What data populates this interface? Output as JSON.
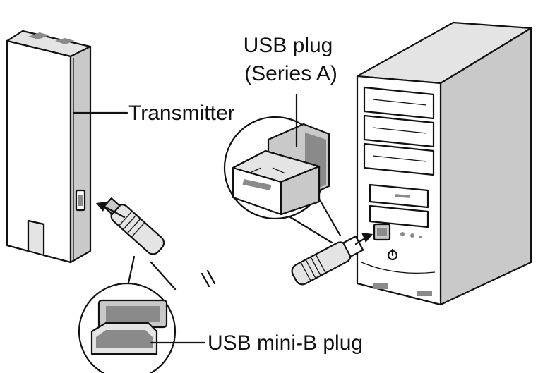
{
  "labels": {
    "usb_plug_line1": "USB plug",
    "usb_plug_line2": "(Series A)",
    "transmitter": "Transmitter",
    "usb_mini_b": "USB mini-B plug"
  }
}
